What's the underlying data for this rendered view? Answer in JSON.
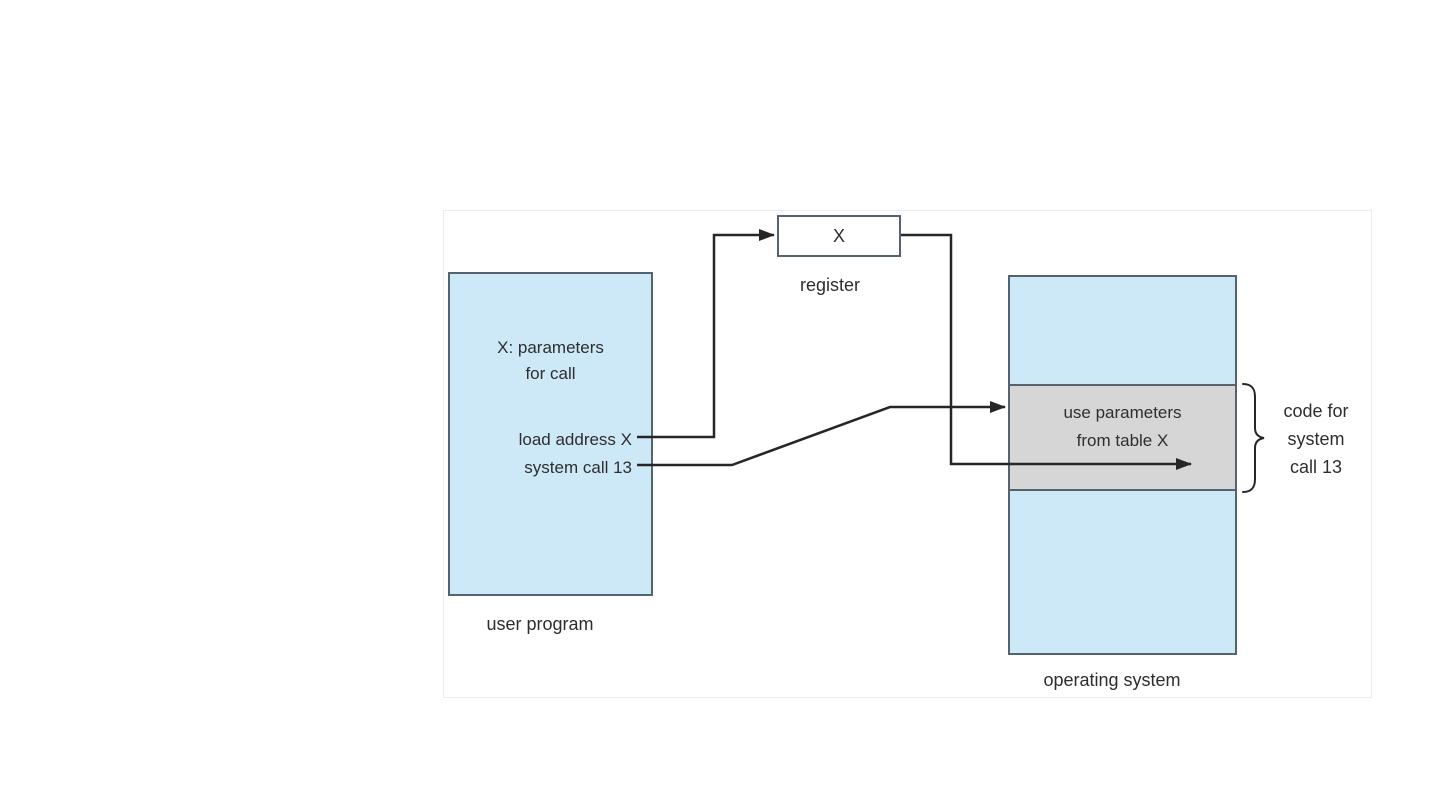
{
  "diagram": {
    "title_semantic": "system call parameter passing via table",
    "user_program": {
      "param_note_line1": "X: parameters",
      "param_note_line2": "for call",
      "instruction1": "load address X",
      "instruction2": "system call 13",
      "label": "user program"
    },
    "register": {
      "value": "X",
      "label": "register"
    },
    "operating_system": {
      "handler_line1": "use parameters",
      "handler_line2": "from table X",
      "label": "operating system"
    },
    "brace_note": {
      "line1": "code for",
      "line2": "system",
      "line3": "call 13"
    },
    "colors": {
      "box_fill_blue": "#cde9f8",
      "handler_fill_gray": "#d6d6d6",
      "box_border": "#53646e",
      "line_color": "#262626",
      "text_color": "#2e2e2e"
    }
  }
}
